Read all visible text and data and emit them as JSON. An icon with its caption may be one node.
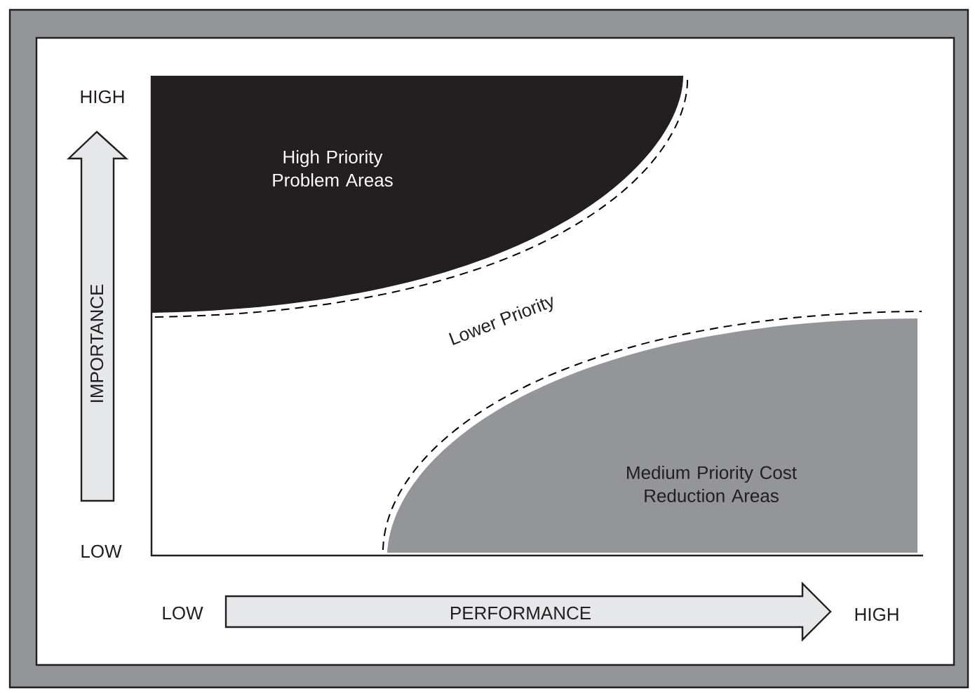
{
  "diagram": {
    "nodes": [
      {
        "text": [
          "High Priority Problem Areas"
        ]
      },
      {
        "text": [
          "Medium Priority Cost Reduction Areas"
        ]
      },
      {
        "text": [
          "IMPORTANCE"
        ]
      },
      {
        "text": [
          "PERFORMANCE"
        ]
      }
    ],
    "labels": [
      "HIGH",
      "Lower Priority",
      "LOW",
      "LOW",
      "HIGH"
    ]
  }
}
